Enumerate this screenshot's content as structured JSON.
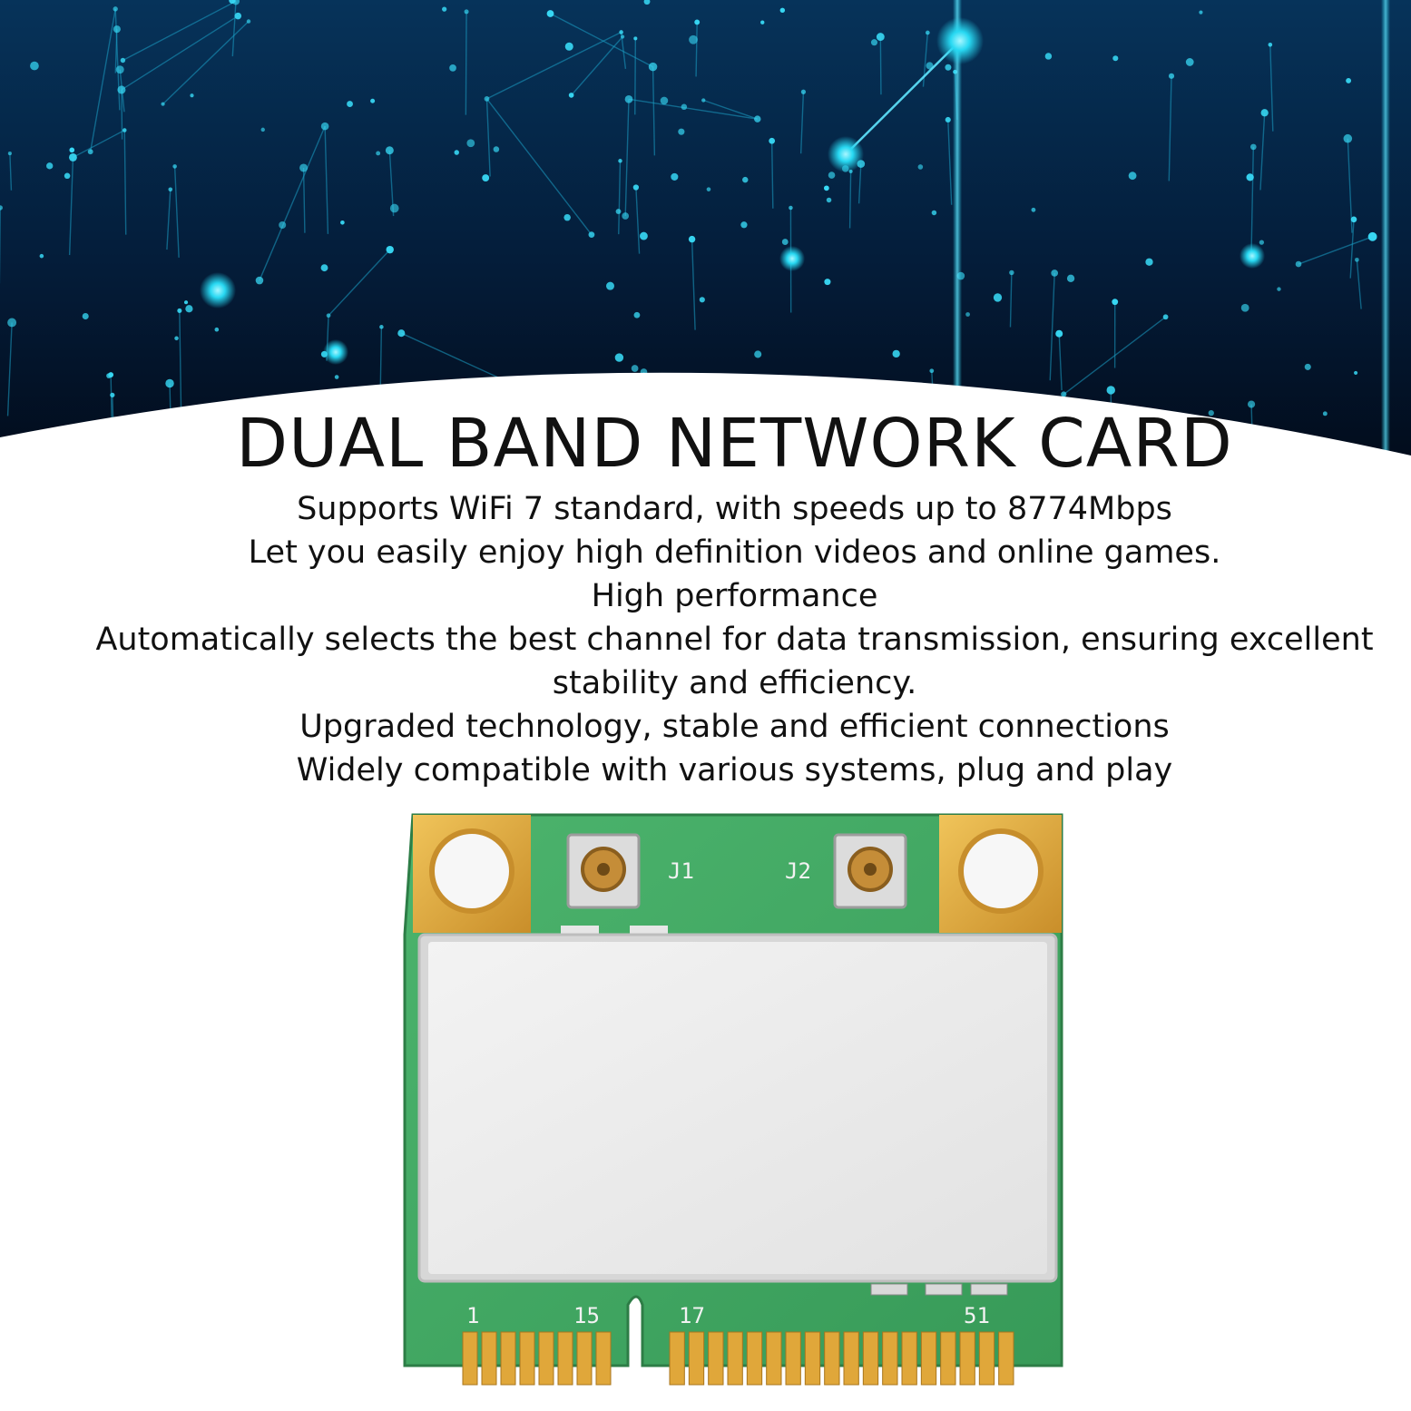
{
  "banner": {
    "background_color": "#04162e",
    "glow_color": "#27d8f2",
    "icon": "network-nodes-background"
  },
  "headline": {
    "title": "DUAL BAND NETWORK CARD",
    "lines": [
      "Supports WiFi 7 standard, with speeds up to 8774Mbps",
      "Let you easily enjoy high definition videos and online games.",
      "High performance",
      "Automatically selects the best channel for data transmission, ensuring excellent",
      "stability and efficiency.",
      "Upgraded technology, stable and efficient connections",
      "Widely compatible with various systems, plug and play"
    ]
  },
  "card": {
    "pcb_color": "#3fa862",
    "gold_color": "#d9a43a",
    "shield_color": "#ededed",
    "antenna_labels": [
      "J1",
      "J2"
    ],
    "pin_labels": [
      "1",
      "15",
      "17",
      "51"
    ]
  }
}
